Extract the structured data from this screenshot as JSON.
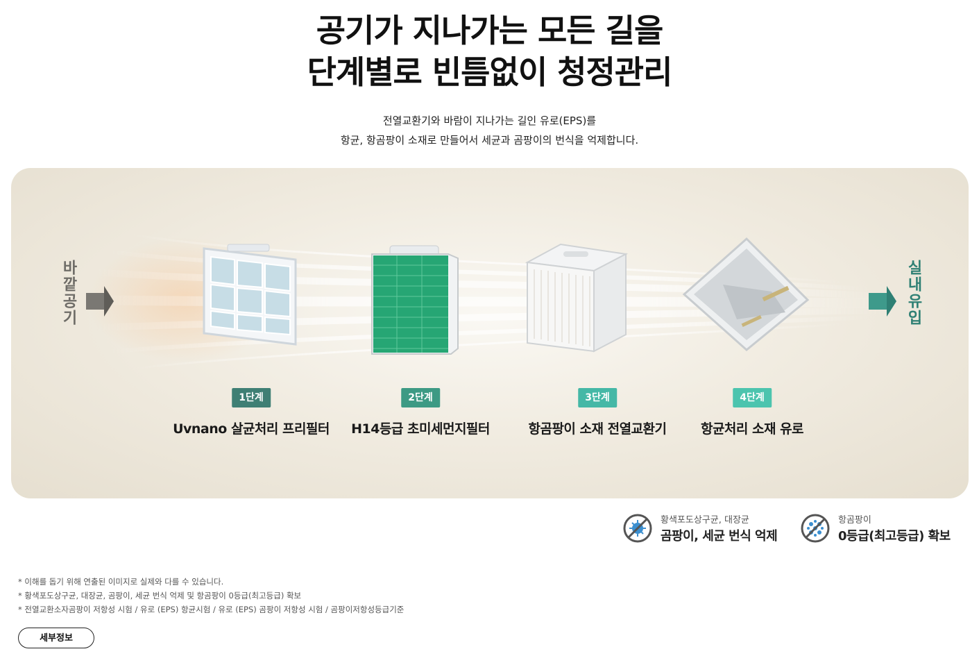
{
  "headline": {
    "line1": "공기가 지나가는 모든 길을",
    "line2": "단계별로 빈틈없이 청정관리"
  },
  "subtext": {
    "line1": "전열교환기와 바람이 지나가는 길인 유로(EPS)를",
    "line2": "항균, 항곰팡이 소재로 만들어서 세균과 곰팡이의 번식을 억제합니다."
  },
  "flow": {
    "outside_label": "바깥공기",
    "inside_label": "실내유입",
    "steps": [
      {
        "badge": "1단계",
        "title": "Uvnano 살균처리 프리필터",
        "badge_color": "#3f7f74"
      },
      {
        "badge": "2단계",
        "title": "H14등급 초미세먼지필터",
        "badge_color": "#3d9a84"
      },
      {
        "badge": "3단계",
        "title": "항곰팡이 소재 전열교환기",
        "badge_color": "#45b8a6"
      },
      {
        "badge": "4단계",
        "title": "항균처리 소재 유로",
        "badge_color": "#4cc4ae"
      }
    ]
  },
  "certs": [
    {
      "icon": "antibacterial-icon",
      "sub": "황색포도상구균, 대장균",
      "main": "곰팡이, 세균 번식 억제"
    },
    {
      "icon": "antifungal-icon",
      "sub": "항곰팡이",
      "main": "0등급(최고등급) 확보"
    }
  ],
  "notes": [
    "* 이해를 돕기 위해 연출된 이미지로 실제와 다를 수 있습니다.",
    "* 황색포도상구균, 대장균, 곰팡이, 세균 번식 억제 및 항곰팡이 0등급(최고등급) 확보",
    "* 전열교환소자곰팡이 저항성 시험 / 유로 (EPS) 항균시험 / 유로 (EPS) 곰팡이 저항성 시험 / 곰팡이저항성등급기준"
  ],
  "detail_button": "세부정보",
  "colors": {
    "accent_teal": "#2f8074",
    "arrow_gray": "#6e6c67",
    "panel_bg": "#f1ece1"
  }
}
